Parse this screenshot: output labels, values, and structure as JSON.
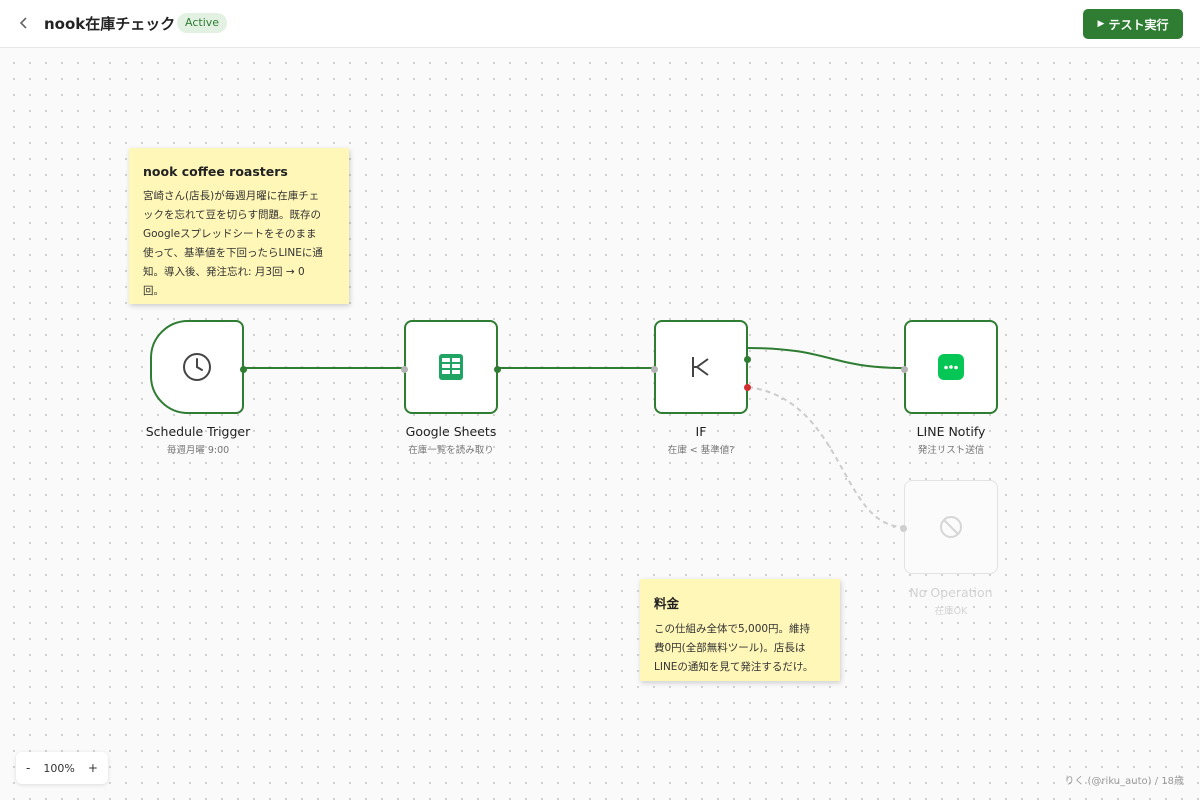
{
  "header": {
    "back_icon": "chevron-left-icon",
    "title": "nook在庫チェック",
    "status": "Active",
    "run_label": "テスト実行",
    "run_icon": "play-icon"
  },
  "colors": {
    "accent": "#2e7d32",
    "badge_bg": "#e3f1e3",
    "sticky_bg": "#fff7b8",
    "line_green": "#06c755",
    "sheets_green": "#1fa463",
    "false_port": "#d32f2f"
  },
  "notes": [
    {
      "title": "nook coffee roasters",
      "lines": [
        "宮崎さん(店長)が毎週月曜に在庫チェ",
        "ックを忘れて豆を切らす問題。既存の",
        "Googleスプレッドシートをそのまま",
        "使って、基準値を下回ったらLINEに通",
        "知。導入後、発注忘れ: 月3回 → 0",
        "回。"
      ]
    },
    {
      "title": "料金",
      "lines": [
        "この仕組み全体で5,000円。維持",
        "費0円(全部無料ツール)。店長は",
        "LINEの通知を見て発注するだけ。"
      ]
    }
  ],
  "nodes": [
    {
      "label": "Schedule Trigger",
      "sub": "毎週月曜 9:00",
      "icon": "clock-icon"
    },
    {
      "label": "Google Sheets",
      "sub": "在庫一覧を読み取り",
      "icon": "sheets-icon"
    },
    {
      "label": "IF",
      "sub": "在庫 < 基準値?",
      "icon": "branch-icon"
    },
    {
      "label": "LINE Notify",
      "sub": "発注リスト送信",
      "icon": "line-icon"
    },
    {
      "label": "No Operation",
      "sub": "在庫OK",
      "icon": "block-icon"
    }
  ],
  "zoom": {
    "minus": "-",
    "level": "100%",
    "plus": "+"
  },
  "credit": "りく (@riku_auto) / 18歳"
}
